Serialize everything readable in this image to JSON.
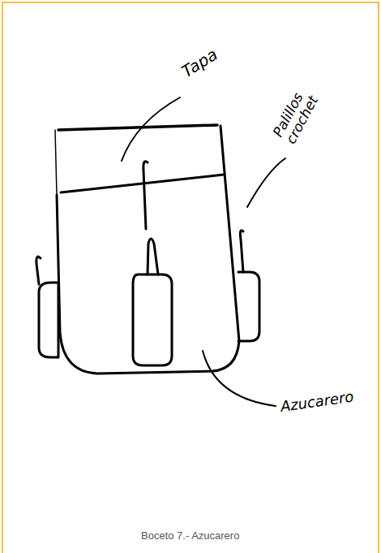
{
  "diagram": {
    "caption": "Boceto 7.- Azucarero",
    "labels": [
      "Tapa",
      "Palillos crochet",
      "Azucarero"
    ]
  }
}
